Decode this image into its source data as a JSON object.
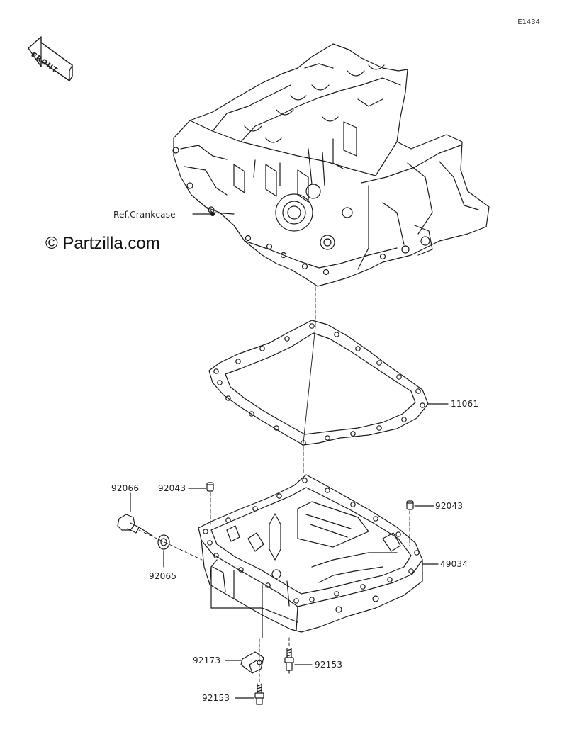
{
  "figure_id": "E1434",
  "watermark": "© Partzilla.com",
  "front_label": "FRONT",
  "labels": {
    "crankcase": "Ref.Crankcase",
    "gasket": "11061",
    "pan": "49034",
    "drain_plug": "92066",
    "washer": "92065",
    "dowel_left": "92043",
    "dowel_right": "92043",
    "clamp": "92173",
    "bolt_mid": "92153",
    "bolt_bottom": "92153"
  },
  "colors": {
    "line": "#1a1a1a",
    "background": "#ffffff",
    "text": "#222222"
  },
  "icons": {
    "front_arrow": "front-arrow-icon"
  }
}
